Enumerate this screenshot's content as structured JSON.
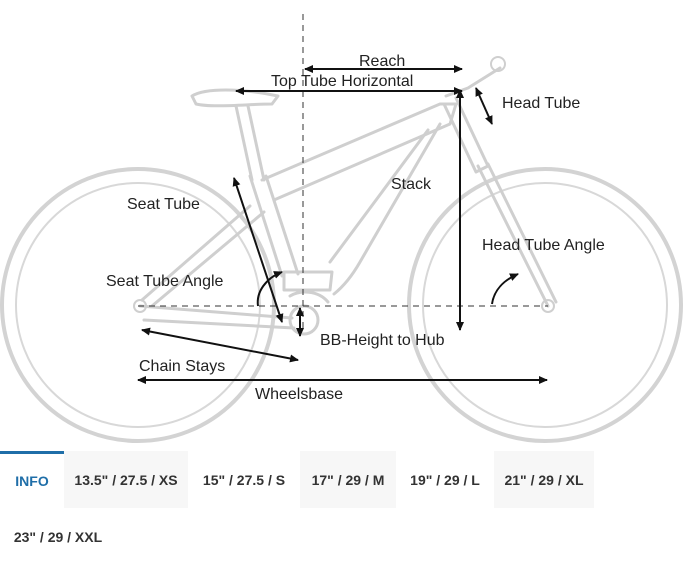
{
  "diagram": {
    "labels": {
      "reach": "Reach",
      "top_tube_horizontal": "Top Tube Horizontal",
      "head_tube": "Head Tube",
      "stack": "Stack",
      "seat_tube": "Seat Tube",
      "head_tube_angle": "Head Tube Angle",
      "seat_tube_angle": "Seat Tube Angle",
      "bb_height_to_hub": "BB-Height to Hub",
      "chain_stays": "Chain Stays",
      "wheelsbase": "Wheelsbase"
    }
  },
  "tabs": [
    {
      "label": "INFO",
      "active": true
    },
    {
      "label": "13.5\" / 27.5 / XS",
      "active": false
    },
    {
      "label": "15\" / 27.5 / S",
      "active": false
    },
    {
      "label": "17\" / 29 / M",
      "active": false
    },
    {
      "label": "19\" / 29 / L",
      "active": false
    },
    {
      "label": "21\" / 29 / XL",
      "active": false
    },
    {
      "label": "23\" / 29 / XXL",
      "active": false
    }
  ],
  "colors": {
    "active_tab": "#1f6ea8",
    "tab_text": "#333333",
    "frame_stroke": "#cfcfcf",
    "dimension_line": "#111111"
  }
}
